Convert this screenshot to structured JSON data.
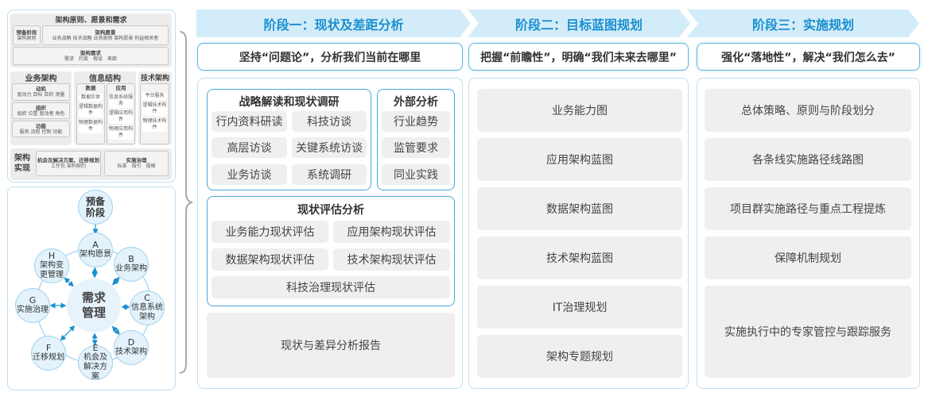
{
  "left_top": {
    "title": "架构原则、愿景和需求",
    "prelim": {
      "title": "预备阶段",
      "text": "架构原则"
    },
    "vision": {
      "title": "架构愿景",
      "text": "业务战略 技术战略 业务原则 架构愿景 利益相关者"
    },
    "req": {
      "title": "架构需求",
      "text": "需求　约束　假设　差距"
    },
    "business": {
      "title": "业务架构",
      "boxes": [
        {
          "title": "动机",
          "text": "驱动力 目标 目的 测量"
        },
        {
          "title": "组织",
          "text": "组织 位置 驱动者 角色"
        },
        {
          "title": "功能",
          "text": "服务 流程 控制 功能"
        }
      ]
    },
    "info": {
      "title": "信息结构",
      "data": {
        "title": "数据",
        "items": [
          "数据实体",
          "逻辑数据构件",
          "物理数据构件"
        ]
      },
      "app": {
        "title": "应用",
        "items": [
          "信息系统服务",
          "逻辑应用构件",
          "物理应用构件"
        ]
      }
    },
    "tech": {
      "title": "技术架构",
      "items": [
        "平台服务",
        "逻辑技术构件",
        "物理技术构件"
      ]
    },
    "impl": {
      "title": "架构实现",
      "box1": {
        "title": "机会及解决方案、迁移规划",
        "text": "工作包 架构契约"
      },
      "box2": {
        "title": "实施治理",
        "text": "标准　指引　规格"
      }
    }
  },
  "cycle": {
    "center": "需求管理",
    "prelim": "预备阶段",
    "nodes": [
      {
        "letter": "A",
        "label": "架构愿景"
      },
      {
        "letter": "B",
        "label": "业务架构"
      },
      {
        "letter": "C",
        "label": "信息系统架构"
      },
      {
        "letter": "D",
        "label": "技术架构"
      },
      {
        "letter": "E",
        "label": "机会及解决方案"
      },
      {
        "letter": "F",
        "label": "迁移规划"
      },
      {
        "letter": "G",
        "label": "实施治理"
      },
      {
        "letter": "H",
        "label": "架构变更管理"
      }
    ]
  },
  "stages": [
    {
      "title": "阶段一：现状及差距分析",
      "subtitle": "坚持“问题论”，分析我们当前在哪里",
      "groups": {
        "research": {
          "title": "战略解读和现状调研",
          "items": [
            "行内资料研读",
            "科技访谈",
            "高层访谈",
            "关键系统访谈",
            "业务访谈",
            "系统调研"
          ]
        },
        "external": {
          "title": "外部分析",
          "items": [
            "行业趋势",
            "监管要求",
            "同业实践"
          ]
        },
        "assessment": {
          "title": "现状评估分析",
          "items": [
            "业务能力现状评估",
            "应用架构现状评估",
            "数据架构现状评估",
            "技术架构现状评估",
            "科技治理现状评估"
          ]
        },
        "report": "现状与差异分析报告"
      }
    },
    {
      "title": "阶段二：目标蓝图规划",
      "subtitle": "把握“前瞻性”，明确“我们未来去哪里”",
      "items": [
        "业务能力图",
        "应用架构蓝图",
        "数据架构蓝图",
        "技术架构蓝图",
        "IT治理规划",
        "架构专题规划"
      ]
    },
    {
      "title": "阶段三：实施规划",
      "subtitle": "强化“落地性”，解决“我们怎么去”",
      "items": [
        "总体策略、原则与阶段划分",
        "各条线实施路径线路图",
        "项目群实施路径与重点工程提炼",
        "保障机制规划",
        "实施执行中的专家管控与跟踪服务"
      ]
    }
  ],
  "colors": {
    "accent": "#1a8fd0",
    "header_bg": "#d3ecf9",
    "border": "#4aa9da",
    "item_bg": "#efefef"
  }
}
